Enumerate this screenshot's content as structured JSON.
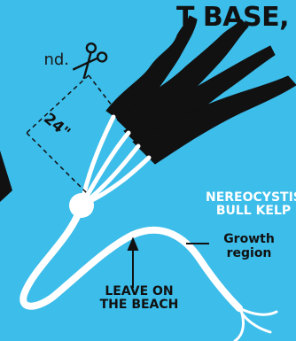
{
  "heading": "T BASE,",
  "subtext": "nd.",
  "measurement": "24\"",
  "species": {
    "genus": "NEREOCYSTIS",
    "common": "BULL KELP"
  },
  "growth": {
    "line1": "Growth",
    "line2": "region"
  },
  "leave": {
    "line1": "LEAVE ON",
    "line2": "THE BEACH"
  },
  "icons": {
    "cut": "scissors-icon"
  },
  "colors": {
    "background": "#3cbdea",
    "cut_section": "#111111",
    "remaining_section": "#ffffff"
  }
}
